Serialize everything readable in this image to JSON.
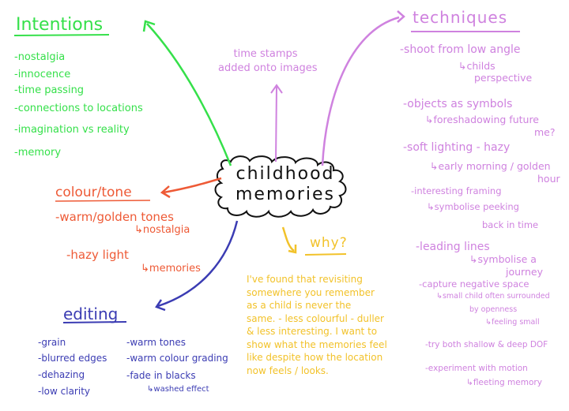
{
  "center": {
    "line1": "childhood",
    "line2": "memories"
  },
  "intentions": {
    "heading": "Intentions",
    "items": [
      "-nostalgia",
      "-innocence",
      "-time passing",
      "-connections to locations",
      "-imagination vs reality",
      "-memory"
    ]
  },
  "timestamps": {
    "line1": "time stamps",
    "line2": "added onto images"
  },
  "techniques": {
    "heading": "techniques",
    "shoot": {
      "title": "-shoot from low angle",
      "sub1": "childs",
      "sub2": "perspective"
    },
    "objects": {
      "title": "-objects as symbols",
      "sub1": "foreshadowing future",
      "sub2": "me?"
    },
    "lighting": {
      "title": "-soft lighting - hazy",
      "sub1": "early morning / golden",
      "sub2": "hour"
    },
    "framing": {
      "title": "-interesting framing",
      "sub1": "symbolise peeking",
      "sub2": "back in time"
    },
    "leading": {
      "title": "-leading lines",
      "sub1": "symbolise a",
      "sub2": "journey"
    },
    "space": {
      "title": "-capture negative space",
      "sub1": "small child often surrounded",
      "sub2": "by openness",
      "sub3": "feeling small"
    },
    "dof": {
      "title": "-try both shallow & deep DOF"
    },
    "motion": {
      "title": "-experiment with motion",
      "sub1": "fleeting memory"
    }
  },
  "colour_tone": {
    "heading": "colour/tone",
    "warm": "-warm/golden tones",
    "warm_sub": "nostalgia",
    "hazy": "-hazy light",
    "hazy_sub": "memories"
  },
  "why": {
    "heading": "why?",
    "lines": [
      "I've found that revisiting",
      "somewhere you remember",
      "as a child is never the",
      "same. - less colourful - duller",
      "& less interesting. I want to",
      "show what the memories feel",
      "like despite how the location",
      "now feels / looks."
    ]
  },
  "editing": {
    "heading": "editing",
    "left": [
      "-grain",
      "-blurred edges",
      "-dehazing",
      "-low clarity"
    ],
    "right": [
      "-warm tones",
      "-warm colour grading",
      "-fade in blacks"
    ],
    "right_sub": "washed effect"
  },
  "colors": {
    "green": "#35e04a",
    "orange": "#ee5a36",
    "blue": "#3b3cb3",
    "yellow": "#f2c22a",
    "violet": "#cf82df",
    "black": "#111111"
  }
}
